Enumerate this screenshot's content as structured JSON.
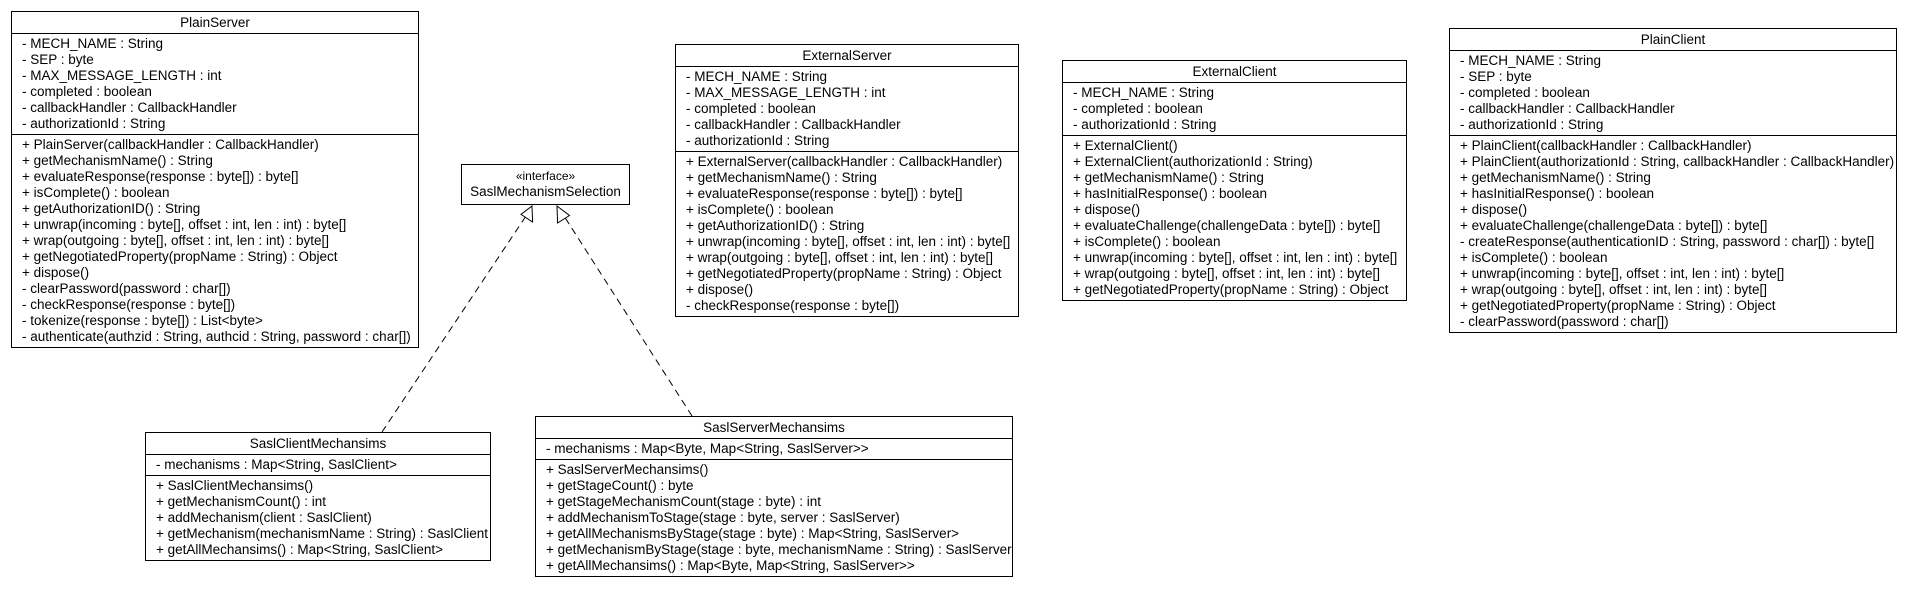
{
  "classes": {
    "plain_server": {
      "name": "PlainServer",
      "attributes": [
        "- MECH_NAME : String",
        "- SEP : byte",
        "- MAX_MESSAGE_LENGTH : int",
        "- completed : boolean",
        "- callbackHandler : CallbackHandler",
        "- authorizationId : String"
      ],
      "operations": [
        "+ PlainServer(callbackHandler : CallbackHandler)",
        "+ getMechanismName() : String",
        "+ evaluateResponse(response : byte[]) : byte[]",
        "+ isComplete() : boolean",
        "+ getAuthorizationID() : String",
        "+ unwrap(incoming : byte[], offset : int, len : int) : byte[]",
        "+ wrap(outgoing : byte[], offset : int, len : int) : byte[]",
        "+ getNegotiatedProperty(propName : String) : Object",
        "+ dispose()",
        "- clearPassword(password : char[])",
        "- checkResponse(response : byte[])",
        "- tokenize(response : byte[]) : List<byte>",
        "- authenticate(authzid : String, authcid : String, password : char[])"
      ]
    },
    "sasl_selection": {
      "stereotype": "«interface»",
      "name": "SaslMechanismSelection"
    },
    "external_server": {
      "name": "ExternalServer",
      "attributes": [
        "- MECH_NAME : String",
        "- MAX_MESSAGE_LENGTH : int",
        "- completed : boolean",
        "- callbackHandler : CallbackHandler",
        "- authorizationId : String"
      ],
      "operations": [
        "+ ExternalServer(callbackHandler : CallbackHandler)",
        "+ getMechanismName() : String",
        "+ evaluateResponse(response : byte[]) : byte[]",
        "+ isComplete() : boolean",
        "+ getAuthorizationID() : String",
        "+ unwrap(incoming : byte[], offset : int, len : int) : byte[]",
        "+ wrap(outgoing : byte[], offset : int, len : int) : byte[]",
        "+ getNegotiatedProperty(propName : String) : Object",
        "+ dispose()",
        "- checkResponse(response : byte[])"
      ]
    },
    "external_client": {
      "name": "ExternalClient",
      "attributes": [
        "- MECH_NAME : String",
        "- completed : boolean",
        "- authorizationId : String"
      ],
      "operations": [
        "+ ExternalClient()",
        "+ ExternalClient(authorizationId : String)",
        "+ getMechanismName() : String",
        "+ hasInitialResponse() : boolean",
        "+ dispose()",
        "+ evaluateChallenge(challengeData : byte[]) : byte[]",
        "+ isComplete() : boolean",
        "+ unwrap(incoming : byte[], offset : int, len : int) : byte[]",
        "+ wrap(outgoing : byte[], offset : int, len : int) : byte[]",
        "+ getNegotiatedProperty(propName : String) : Object"
      ]
    },
    "plain_client": {
      "name": "PlainClient",
      "attributes": [
        "- MECH_NAME : String",
        "- SEP : byte",
        "- completed : boolean",
        "- callbackHandler : CallbackHandler",
        "- authorizationId : String"
      ],
      "operations": [
        "+ PlainClient(callbackHandler : CallbackHandler)",
        "+ PlainClient(authorizationId : String, callbackHandler : CallbackHandler)",
        "+ getMechanismName() : String",
        "+ hasInitialResponse() : boolean",
        "+ dispose()",
        "+ evaluateChallenge(challengeData : byte[]) : byte[]",
        "- createResponse(authenticationID : String, password : char[]) : byte[]",
        "+ isComplete() : boolean",
        "+ unwrap(incoming : byte[], offset : int, len : int) : byte[]",
        "+ wrap(outgoing : byte[], offset : int, len : int) : byte[]",
        "+ getNegotiatedProperty(propName : String) : Object",
        "- clearPassword(password : char[])"
      ]
    },
    "sasl_client_mechs": {
      "name": "SaslClientMechansims",
      "attributes": [
        "- mechanisms : Map<String, SaslClient>"
      ],
      "operations": [
        "+ SaslClientMechansims()",
        "+ getMechanismCount() : int",
        "+ addMechanism(client : SaslClient)",
        "+ getMechanism(mechanismName : String) : SaslClient",
        "+ getAllMechansims() : Map<String, SaslClient>"
      ]
    },
    "sasl_server_mechs": {
      "name": "SaslServerMechansims",
      "attributes": [
        "- mechanisms : Map<Byte, Map<String, SaslServer>>"
      ],
      "operations": [
        "+ SaslServerMechansims()",
        "+ getStageCount() : byte",
        "+ getStageMechanismCount(stage : byte) : int",
        "+ addMechanismToStage(stage : byte, server : SaslServer)",
        "+ getAllMechanismsByStage(stage : byte) : Map<String, SaslServer>",
        "+ getMechanismByStage(stage : byte, mechanismName : String) : SaslServer",
        "+ getAllMechansims() : Map<Byte, Map<String, SaslServer>>"
      ]
    }
  }
}
